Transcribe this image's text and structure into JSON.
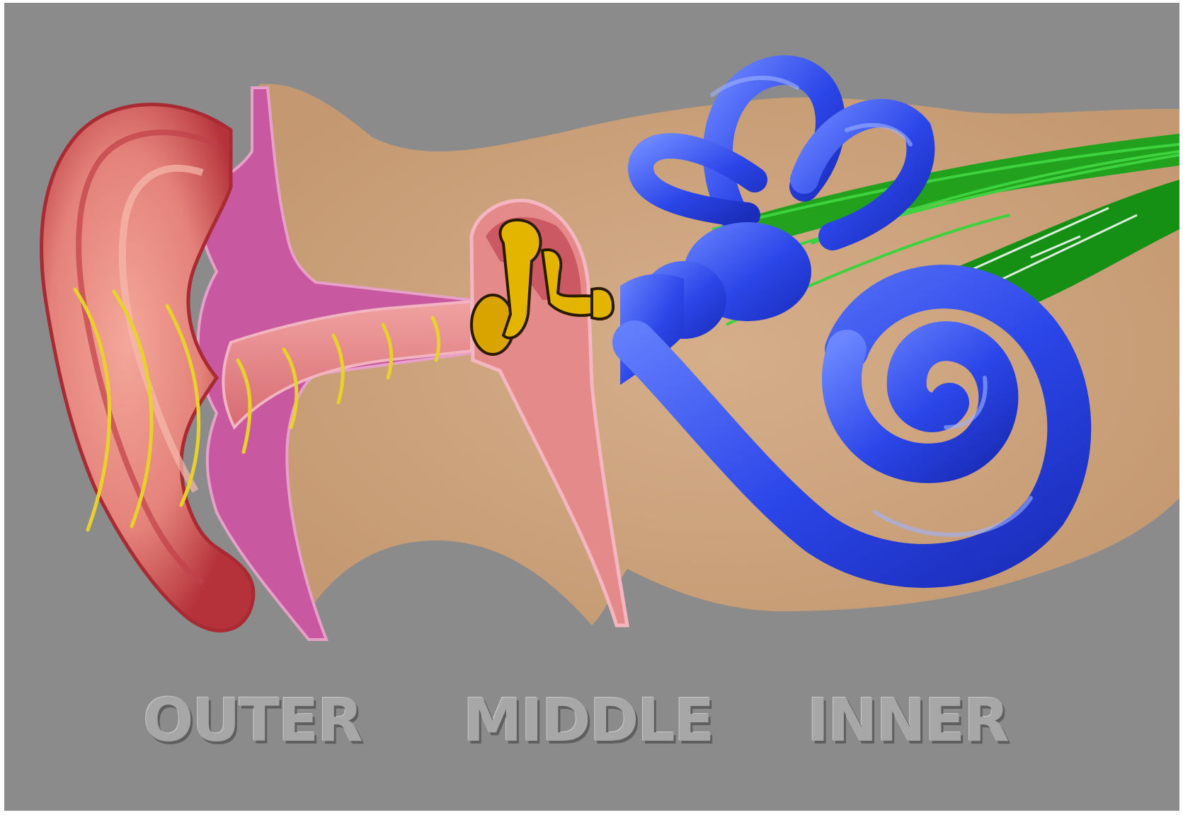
{
  "labels": {
    "outer": "OUTER",
    "middle": "MIDDLE",
    "inner": "INNER"
  },
  "colors": {
    "background": "#8b8b8b",
    "bone": "#d2a77f",
    "pinna": "#e4827a",
    "pinna_dark": "#b5323a",
    "canal_wall": "#c8589f",
    "canal": "#e58a8a",
    "sound_waves": "#e8d12a",
    "ossicles": "#e3b400",
    "labyrinth": "#2b46e8",
    "nerve": "#18a118"
  },
  "icons": {
    "sound_waves": "sound-wave-lines",
    "ossicles": "ossicle-chain",
    "cochlea": "spiral-cochlea",
    "nerve": "auditory-nerve-fibers"
  }
}
